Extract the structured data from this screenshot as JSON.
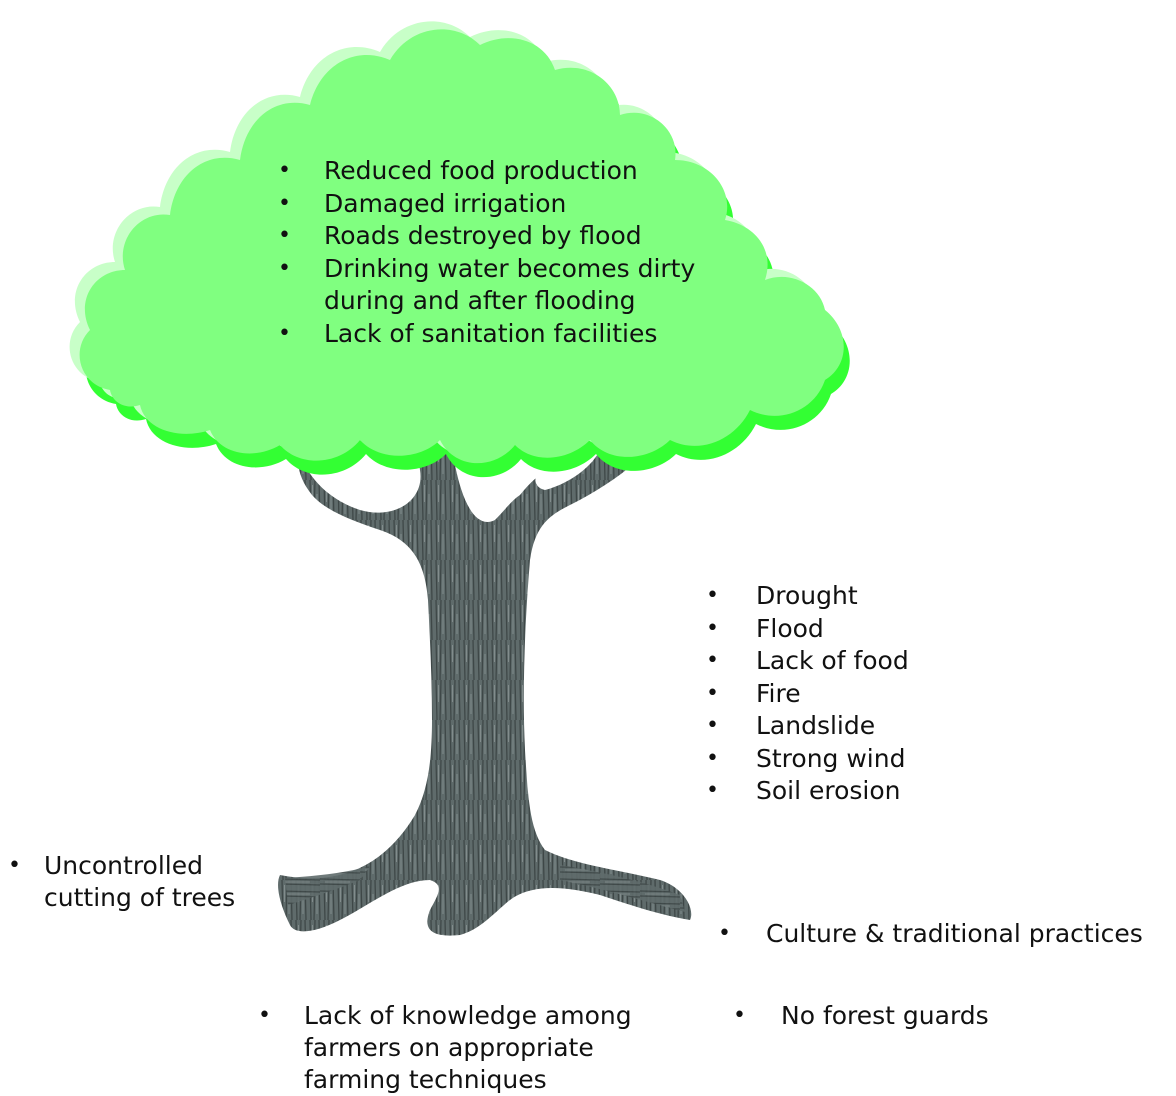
{
  "crown": {
    "items": [
      "Reduced food production",
      "Damaged irrigation",
      "Roads destroyed by flood",
      "Drinking water becomes dirty",
      "during and after flooding",
      "Lack of sanitation facilities"
    ],
    "color_fill": "#80ff80",
    "color_shadow": "#33ff33",
    "color_highlight": "#c8ffc8"
  },
  "trunk_effects": {
    "items": [
      "Drought",
      "Flood",
      "Lack of food",
      "Fire",
      "Landslide",
      "Strong wind",
      "Soil erosion"
    ]
  },
  "roots": {
    "uncontrolled_cutting": [
      "Uncontrolled",
      "cutting of trees"
    ],
    "culture": "Culture & traditional practices",
    "lack_knowledge": [
      "Lack of knowledge among",
      "farmers on appropriate",
      "farming techniques"
    ],
    "no_guards": "No forest guards",
    "color_trunk": "#5f6b6b"
  }
}
